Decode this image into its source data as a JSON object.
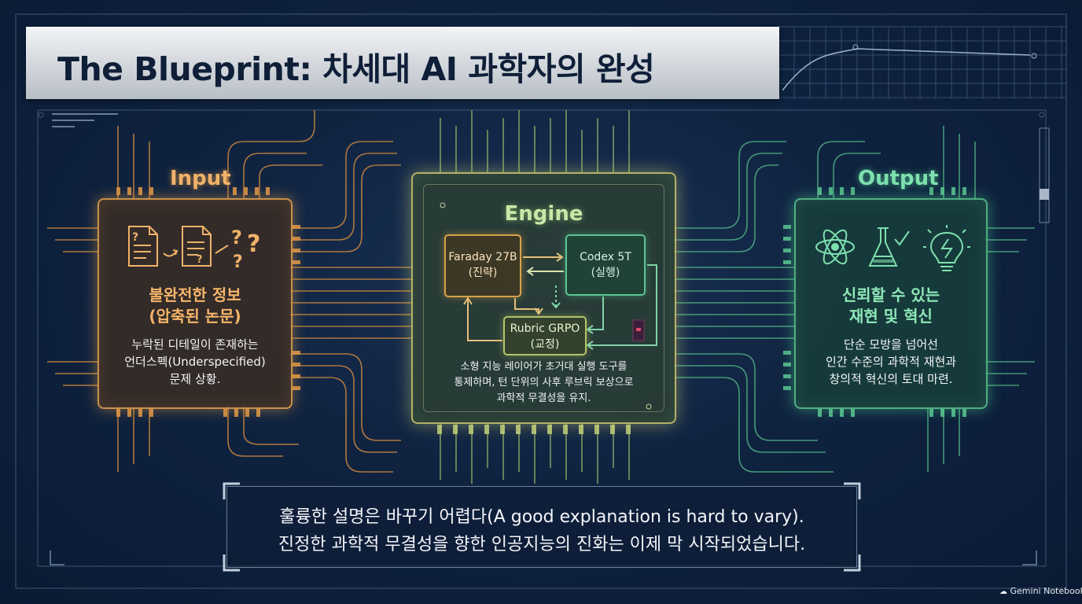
{
  "title": "The Blueprint: 차세대 AI 과학자의 완성",
  "input": {
    "label": "Input",
    "heading_1": "불완전한 정보",
    "heading_2": "(압축된 논문)",
    "desc_1": "누락된 디테일이 존재하는",
    "desc_2": "언더스펙(Underspecified)",
    "desc_3": "문제 상황."
  },
  "engine": {
    "label": "Engine",
    "faraday_1": "Faraday 27B",
    "faraday_2": "(진략)",
    "codex_1": "Codex 5T",
    "codex_2": "(실행)",
    "rubric_1": "Rubric GRPO",
    "rubric_2": "(교정)",
    "desc_1": "소형 지능 레이어가 초거대 실행 도구를",
    "desc_2": "통제하며, 턴 단위의 사후 루브릭 보상으로",
    "desc_3": "과학적 무결성을 유지."
  },
  "output": {
    "label": "Output",
    "heading_1": "신뢰할 수 있는",
    "heading_2": "재현 및 혁신",
    "desc_1": "단순 모방을 넘어선",
    "desc_2": "인간 수준의 과학적 재현과",
    "desc_3": "창의적 혁신의 토대 마련."
  },
  "quote": {
    "line_1": "훌륭한 설명은 바꾸기 어렵다(A good explanation is hard to vary).",
    "line_2": "진정한 과학적 무결성을 향한 인공지능의 진화는 이제 막 시작되었습니다."
  },
  "watermark": "Gemini Notebook",
  "colors": {
    "background": "#0f2340",
    "input_accent": "#e8a048",
    "engine_accent": "#c9e6a8",
    "output_accent": "#5cc596",
    "title_text": "#0f1f38"
  },
  "icons": {
    "input": [
      "document-question-icon",
      "arrow-icon",
      "document-question-icon",
      "question-marks-icon"
    ],
    "output": [
      "atom-icon",
      "flask-check-icon",
      "lightbulb-icon"
    ]
  }
}
